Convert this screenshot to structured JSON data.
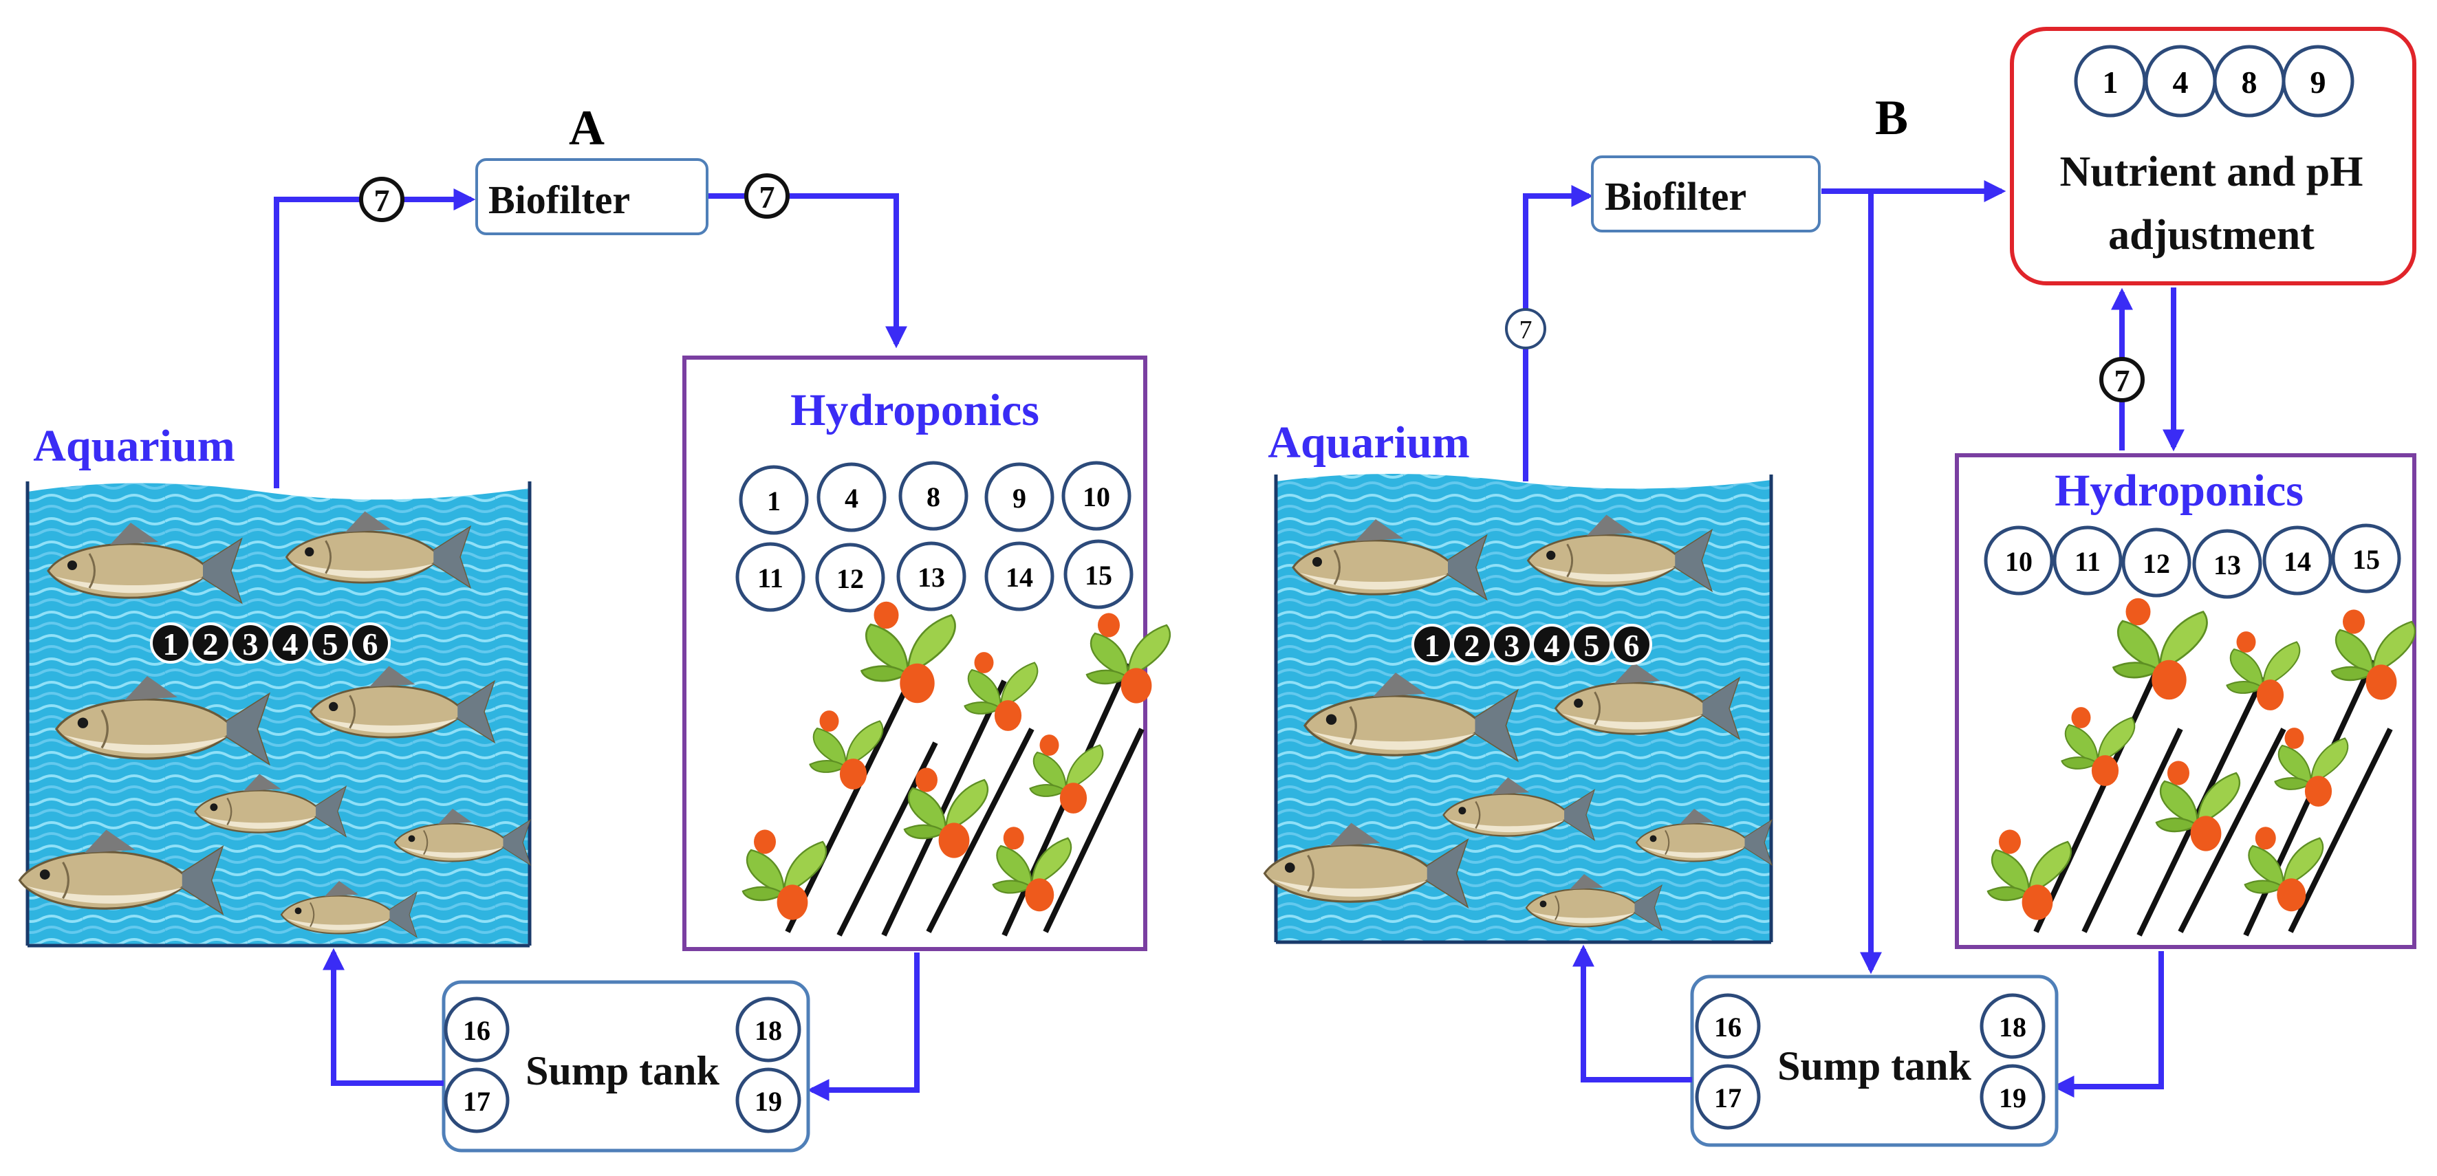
{
  "panels": [
    {
      "id": "A",
      "letter": "A",
      "aquarium": {
        "label": "Aquarium",
        "badges": [
          "1",
          "2",
          "3",
          "4",
          "5",
          "6"
        ]
      },
      "biofilter": {
        "label": "Biofilter"
      },
      "flow_badges": [
        "7",
        "7"
      ],
      "hydroponics": {
        "label": "Hydroponics",
        "row1": [
          "1",
          "4",
          "8",
          "9",
          "10"
        ],
        "row2": [
          "11",
          "12",
          "13",
          "14",
          "15"
        ]
      },
      "sump": {
        "label": "Sump tank",
        "left": [
          "16",
          "17"
        ],
        "right": [
          "18",
          "19"
        ]
      }
    },
    {
      "id": "B",
      "letter": "B",
      "aquarium": {
        "label": "Aquarium",
        "badges": [
          "1",
          "2",
          "3",
          "4",
          "5",
          "6"
        ]
      },
      "biofilter": {
        "label": "Biofilter"
      },
      "flow_badges": [
        "7",
        "7"
      ],
      "nutrient": {
        "label_line1": "Nutrient and pH",
        "label_line2": "adjustment",
        "badges": [
          "1",
          "4",
          "8",
          "9"
        ]
      },
      "hydroponics": {
        "label": "Hydroponics",
        "row1": [
          "10",
          "11",
          "12",
          "13",
          "14",
          "15"
        ]
      },
      "sump": {
        "label": "Sump tank",
        "left": [
          "16",
          "17"
        ],
        "right": [
          "18",
          "19"
        ]
      }
    }
  ],
  "colors": {
    "flow": "#3a2cf5",
    "label_blue": "#3a2cf5",
    "water": "#2fb4e0",
    "wave": "#7fd8f5",
    "hydro_border": "#7a3fa1",
    "box_border": "#4f7fb8",
    "circle_border": "#2c4a7a",
    "nutrient_border": "#e0242a",
    "stem": "#111111",
    "fruit": "#ee5a1c",
    "leaf": "#8bc53f"
  }
}
